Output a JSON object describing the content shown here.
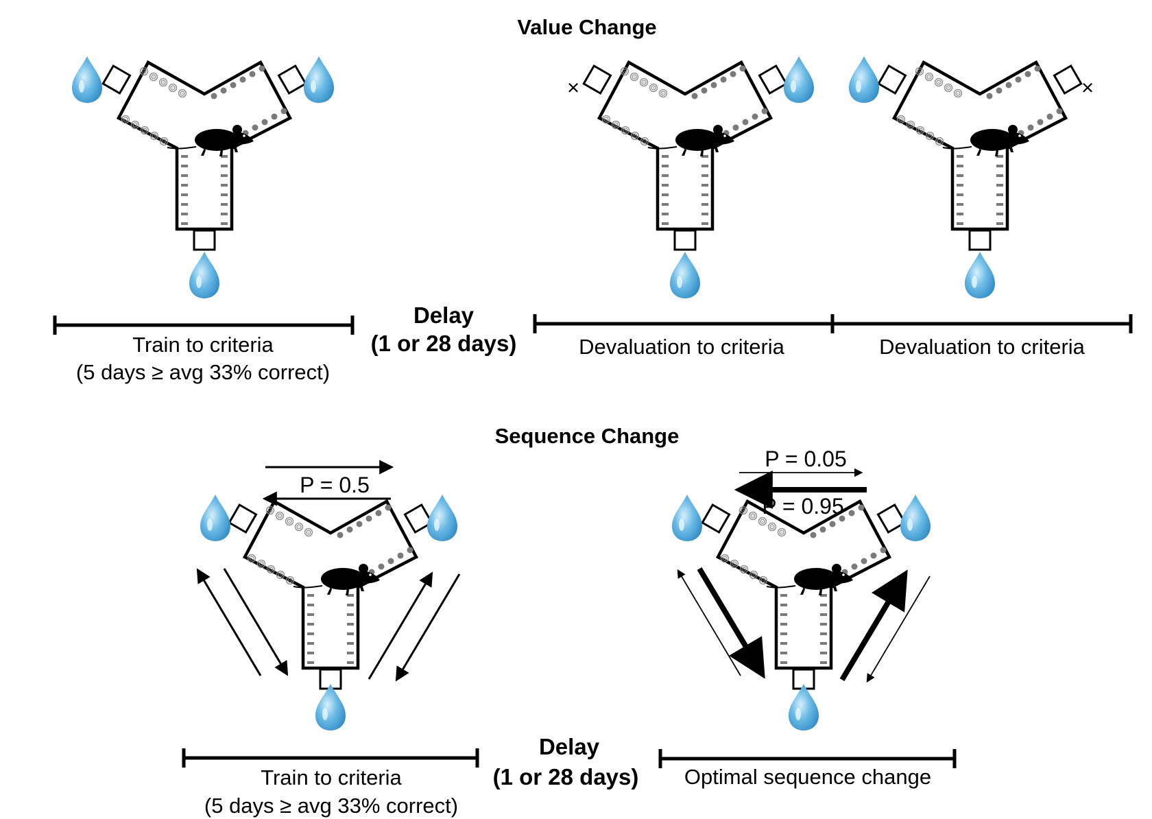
{
  "value_change": {
    "title": "Value Change",
    "train": {
      "line1": "Train to criteria",
      "line2": "(5 days ≥ avg 33% correct)"
    },
    "delay": {
      "line1": "Delay",
      "line2": "(1 or 28 days)"
    },
    "devaluation_1": "Devaluation to criteria",
    "devaluation_2": "Devaluation to criteria",
    "devalued_marker": "×"
  },
  "sequence_change": {
    "title": "Sequence Change",
    "train": {
      "line1": "Train to criteria",
      "line2": "(5 days ≥ avg 33% correct)"
    },
    "delay": {
      "line1": "Delay",
      "line2": "(1 or 28 days)"
    },
    "optimal": "Optimal sequence change",
    "p_training": "P = 0.5",
    "p_low": "P = 0.05",
    "p_high": "P = 0.95"
  },
  "colors": {
    "water_drop": "#4aa3d6",
    "water_drop_highlight": "#bfe3f7",
    "outline": "#000000",
    "cue_marks": "#7a7a7a"
  },
  "icons": [
    "water-drop-icon",
    "mouse-icon",
    "devalued-x-icon",
    "arrow-icon"
  ]
}
